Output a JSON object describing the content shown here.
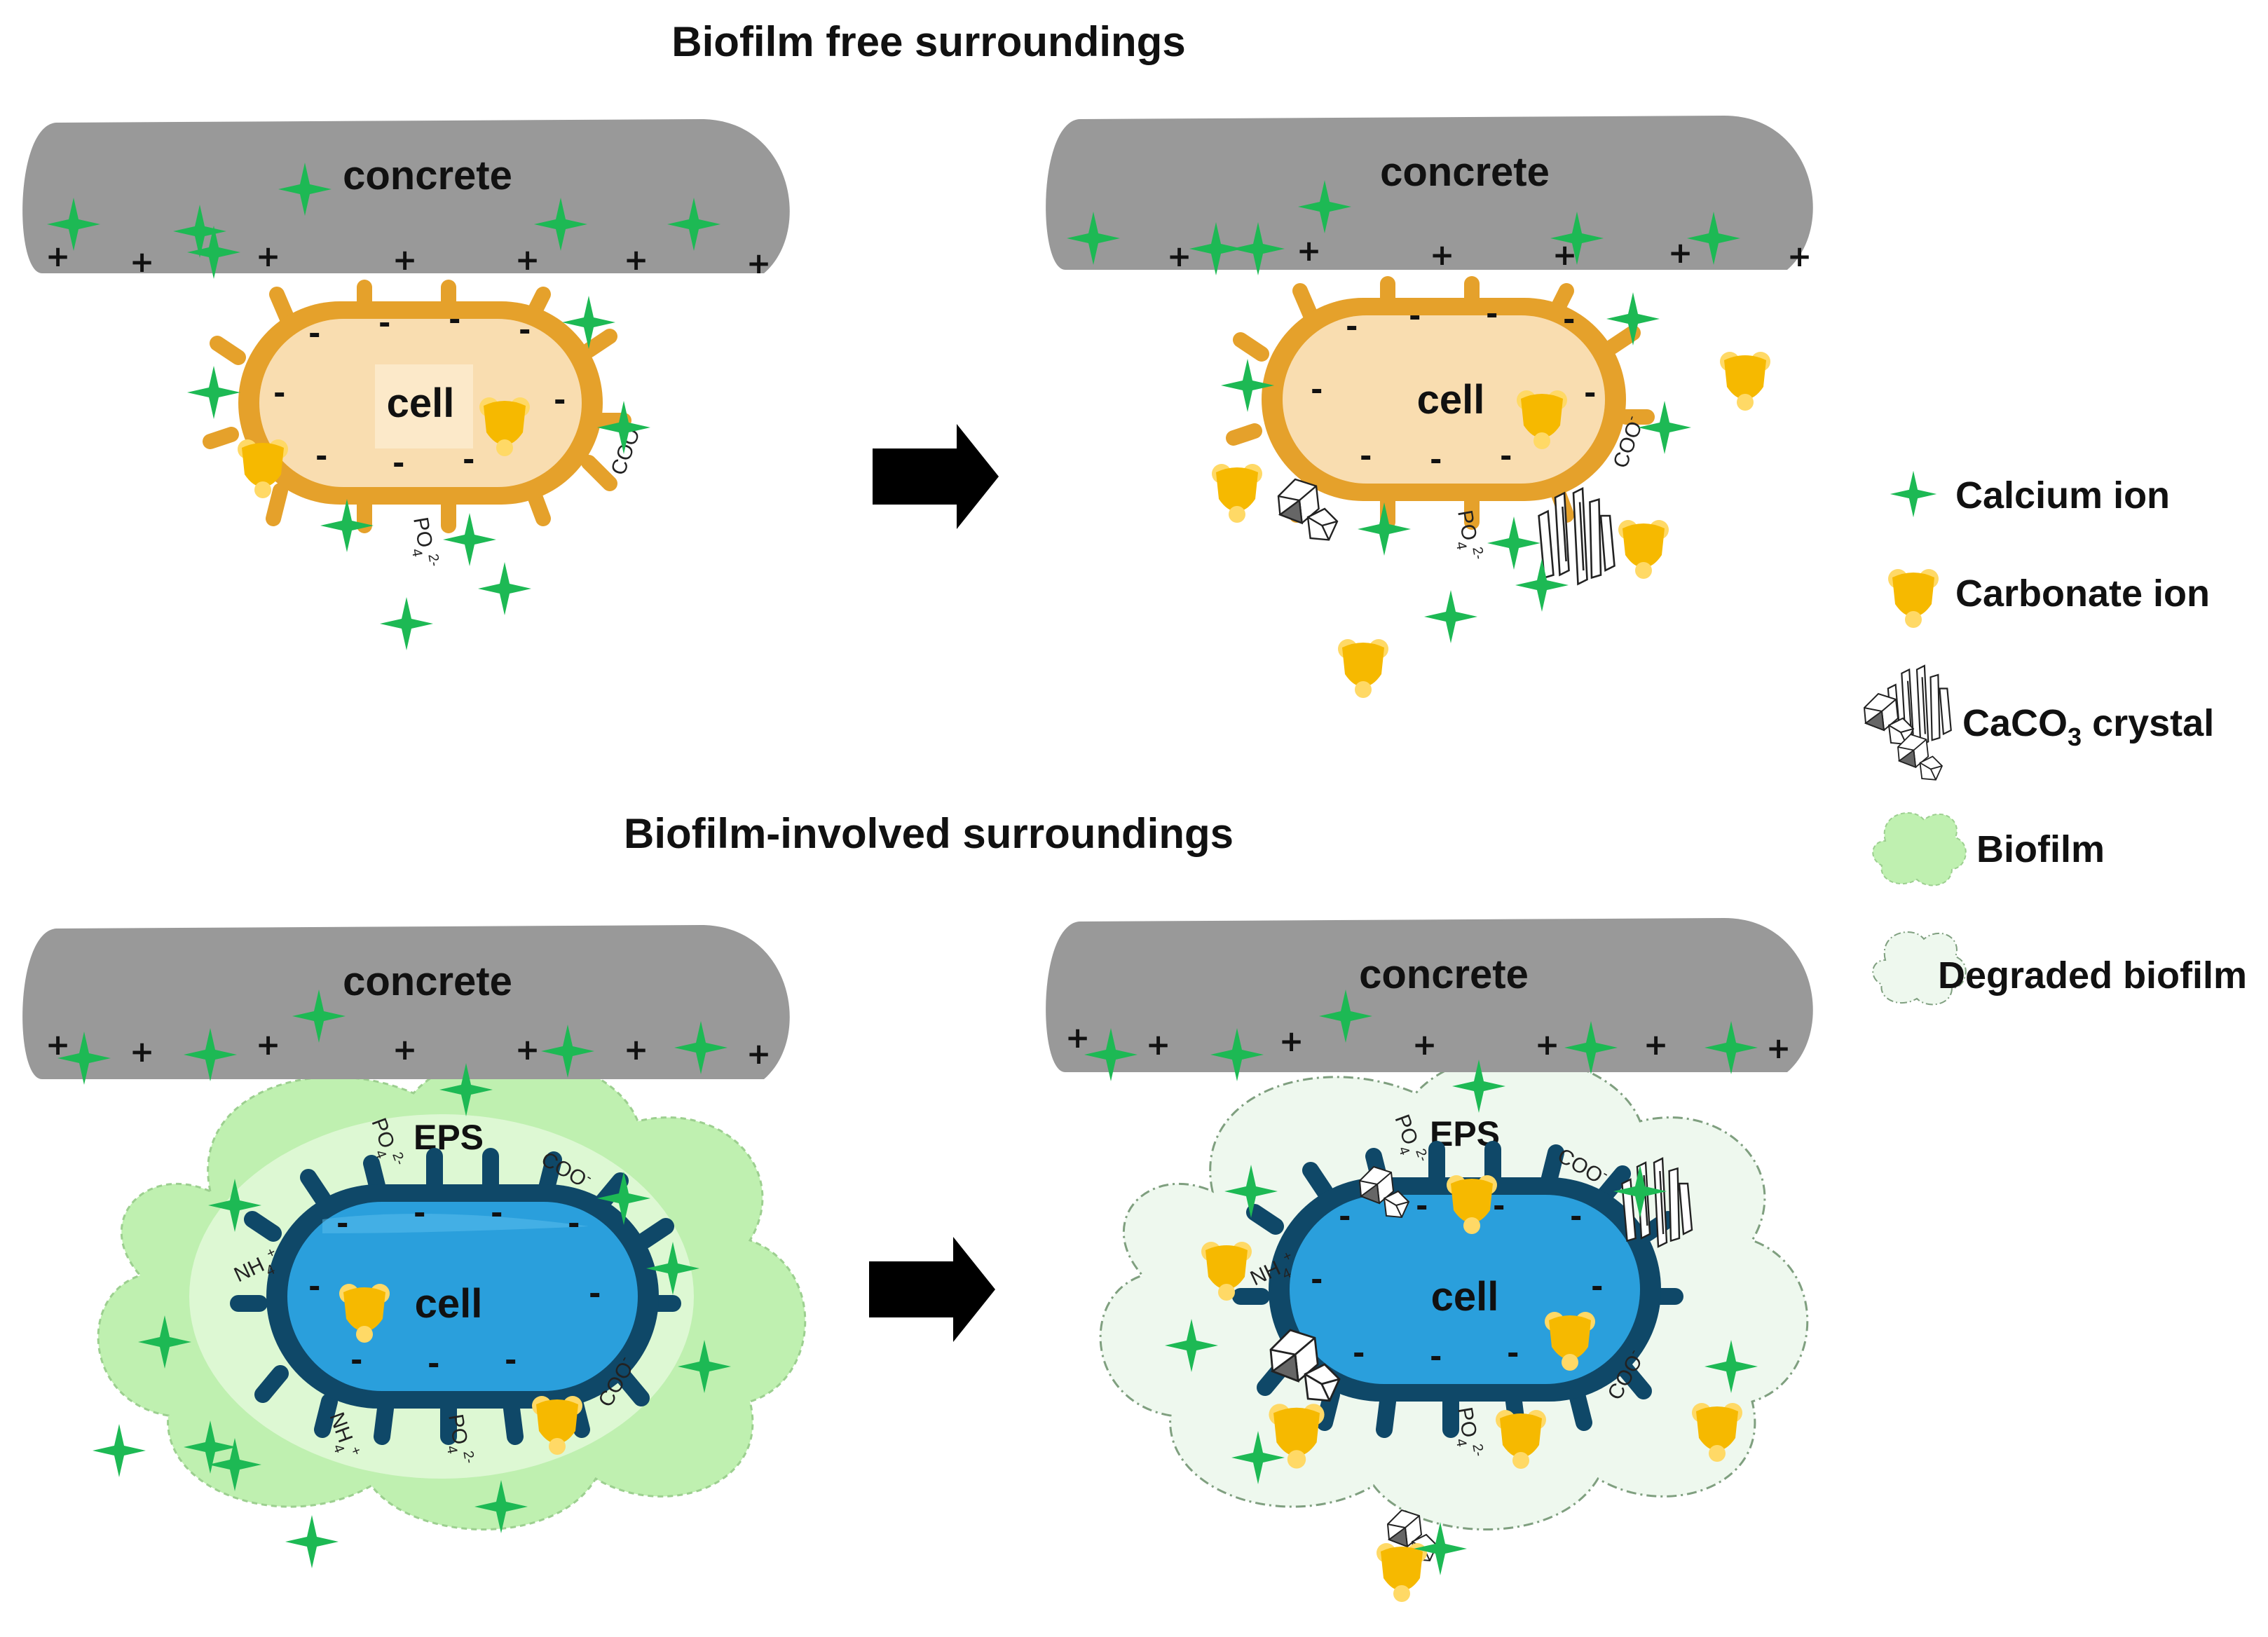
{
  "titles": {
    "top": "Biofilm free surroundings",
    "bottom": "Biofilm-involved surroundings"
  },
  "labels": {
    "concrete": "concrete",
    "cell": "cell",
    "eps": "EPS",
    "coo": "COO",
    "coo_sup": "-",
    "po4": "PO",
    "po4_sub": "4",
    "po4_sup": "2-",
    "nh4": "NH",
    "nh4_sub": "4",
    "nh4_sup": "+"
  },
  "legend": {
    "calcium": "Calcium ion",
    "carbonate": "Carbonate ion",
    "crystal_pre": "CaCO",
    "crystal_sub": "3",
    "crystal_post": " crystal",
    "biofilm": "Biofilm",
    "degraded": "Degraded biofilm"
  },
  "colors": {
    "concrete": "#999999",
    "calcium": "#1db954",
    "carbonate": "#f6b900",
    "carbonate_light": "#ffd966",
    "cell_orange_fill": "#f9ddb0",
    "cell_orange_outline": "#e5a12b",
    "cell_blue_fill": "#2a9fdc",
    "cell_blue_outline": "#0f4868",
    "biofilm": "#bff0b0",
    "degraded_biofilm": "#eef8ee",
    "arrow": "#000000"
  },
  "icons": [
    "calcium-ion-icon",
    "carbonate-ion-icon",
    "caco3-crystal-icon",
    "biofilm-icon",
    "degraded-biofilm-icon",
    "process-arrow-icon"
  ]
}
